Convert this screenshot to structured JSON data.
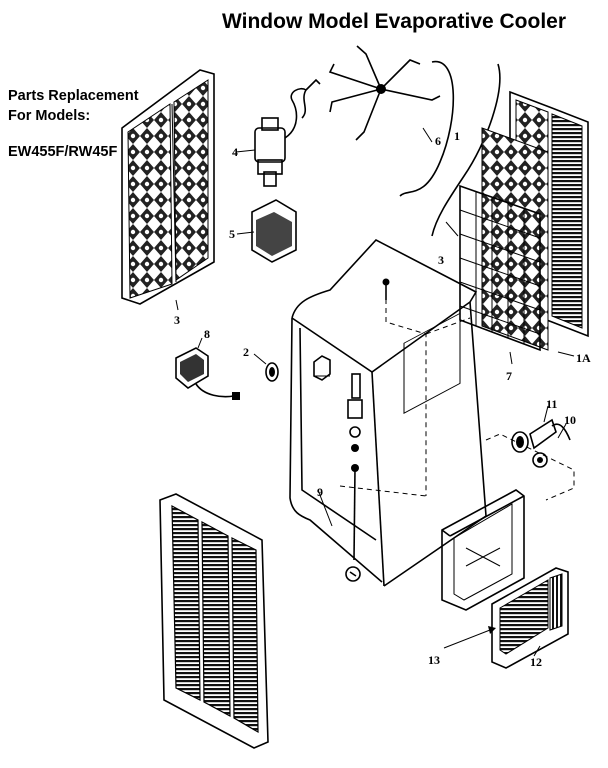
{
  "title": "Window Model Evaporative Cooler",
  "parts_header": {
    "line1": "Parts Replacement",
    "line2": "For Models:",
    "models": "EW455F/RW45F"
  },
  "callouts": {
    "c1": "1",
    "c1a": "1A",
    "c2": "2",
    "c3_left": "3",
    "c3_right": "3",
    "c4": "4",
    "c5": "5",
    "c6": "6",
    "c7": "7",
    "c8": "8",
    "c9": "9",
    "c10": "10",
    "c11": "11",
    "c12": "12",
    "c13": "13"
  }
}
